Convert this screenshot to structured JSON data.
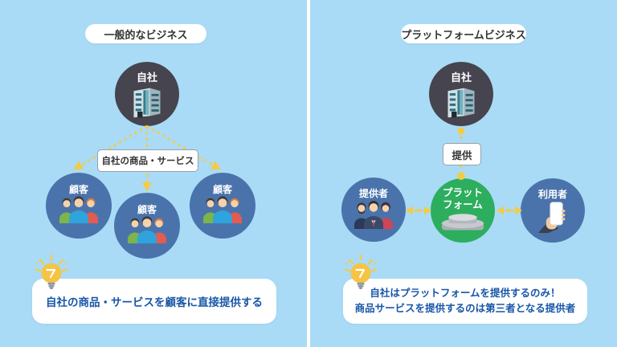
{
  "page": {
    "background": "#A9DBF6",
    "divider_color": "#FFFFFF"
  },
  "left_panel": {
    "title": "一般的なビジネス",
    "company_label": "自社",
    "flow_label": "自社の商品・サービス",
    "customer_labels": [
      "顧客",
      "顧客",
      "顧客"
    ],
    "summary": "自社の商品・サービスを顧客に直接提供する"
  },
  "right_panel": {
    "title": "プラットフォームビジネス",
    "company_label": "自社",
    "flow_label": "提供",
    "provider_label": "提供者",
    "platform_label_line1": "プラット",
    "platform_label_line2": "フォーム",
    "user_label": "利用者",
    "summary_line1": "自社はプラットフォームを提供するのみ！",
    "summary_line2": "商品サービスを提供するのは第三者となる提供者"
  },
  "colors": {
    "accent_yellow": "#F2CB4A",
    "company_circle": "#45444F",
    "customer_circle": "#4A73AC",
    "platform_circle": "#2CAE5E",
    "summary_text": "#1856A8"
  },
  "icons": {
    "company": "office-building-icon",
    "customer": "people-group-icon",
    "provider": "business-people-icon",
    "platform": "podium-icon",
    "user": "hand-smartphone-icon",
    "insight": "lightbulb-icon"
  }
}
